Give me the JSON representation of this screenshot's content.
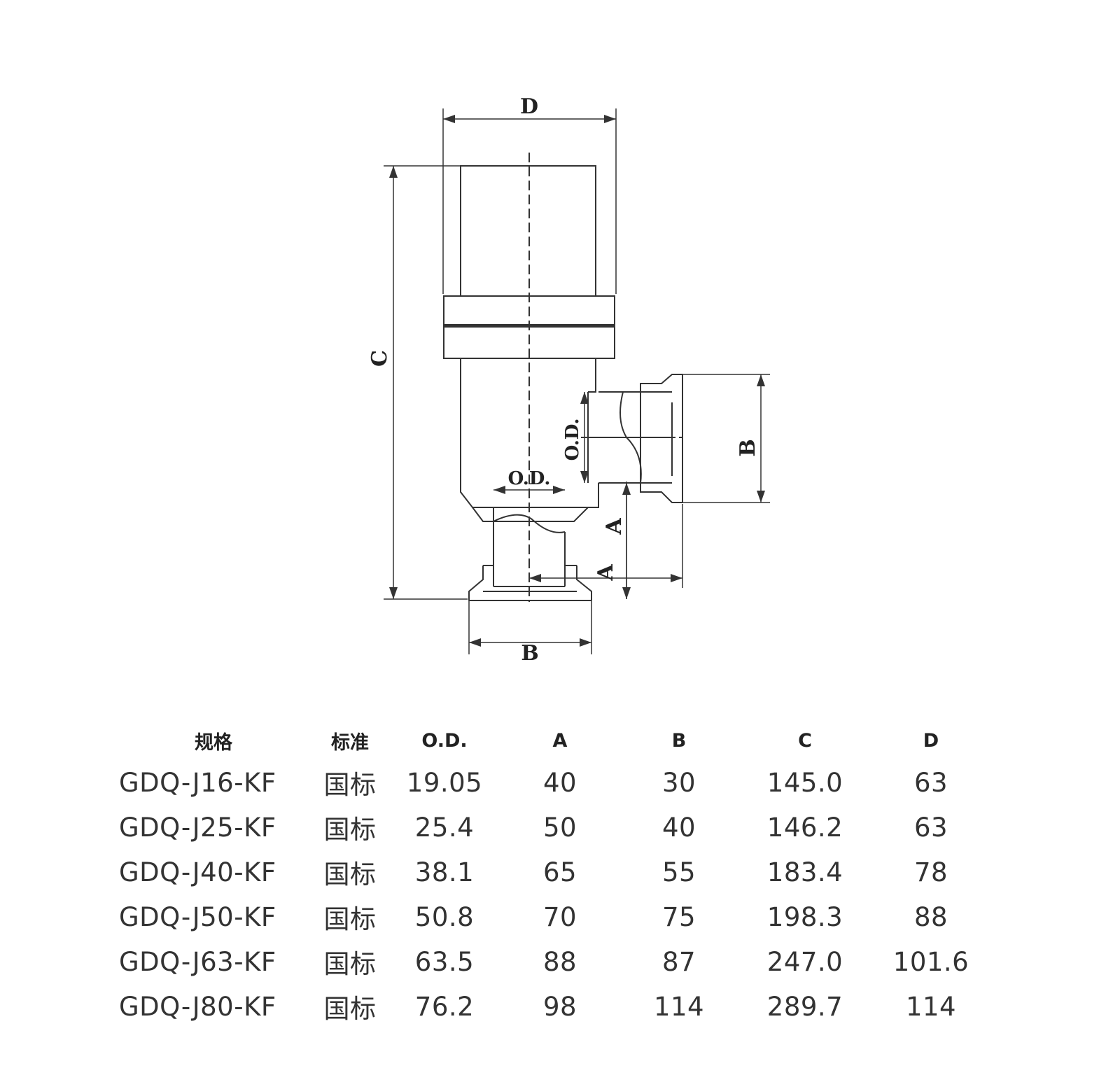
{
  "drawing": {
    "labels": {
      "D": "D",
      "C": "C",
      "B_right": "B",
      "B_bottom": "B",
      "OD_right": "O.D.",
      "OD_bottom": "O.D.",
      "A_vertical": "A",
      "A_horizontal": "A"
    }
  },
  "table": {
    "headers": [
      "规格",
      "标准",
      "O.D.",
      "A",
      "B",
      "C",
      "D"
    ],
    "rows": [
      [
        "GDQ-J16-KF",
        "国标",
        "19.05",
        "40",
        "30",
        "145.0",
        "63"
      ],
      [
        "GDQ-J25-KF",
        "国标",
        "25.4",
        "50",
        "40",
        "146.2",
        "63"
      ],
      [
        "GDQ-J40-KF",
        "国标",
        "38.1",
        "65",
        "55",
        "183.4",
        "78"
      ],
      [
        "GDQ-J50-KF",
        "国标",
        "50.8",
        "70",
        "75",
        "198.3",
        "88"
      ],
      [
        "GDQ-J63-KF",
        "国标",
        "63.5",
        "88",
        "87",
        "247.0",
        "101.6"
      ],
      [
        "GDQ-J80-KF",
        "国标",
        "76.2",
        "98",
        "114",
        "289.7",
        "114"
      ]
    ]
  }
}
